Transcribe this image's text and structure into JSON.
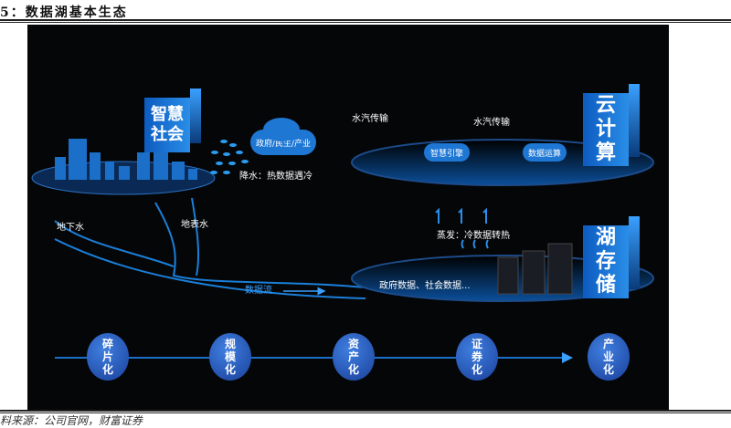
{
  "title": "5：数据湖基本生态",
  "source": "料来源：公司官网，财富证券",
  "diagram": {
    "smart_society": "智慧社会",
    "cloud_computing": "云计算",
    "lake_storage": "湖存储",
    "cloud_sectors": "政府/民生/产业",
    "precipitation": "降水：热数据遇冷",
    "vapor_1": "水汽传输",
    "vapor_2": "水汽传输",
    "smart_engine": "智慧引擎",
    "data_compute": "数据运算",
    "evaporation": "蒸发：冷数据转热",
    "groundwater": "地下水",
    "surface_water": "地表水",
    "data_flow": "数据流",
    "lake_content": "政府数据、社会数据...",
    "stages": [
      "碎片化",
      "规模化",
      "资产化",
      "证券化",
      "产业化"
    ]
  }
}
